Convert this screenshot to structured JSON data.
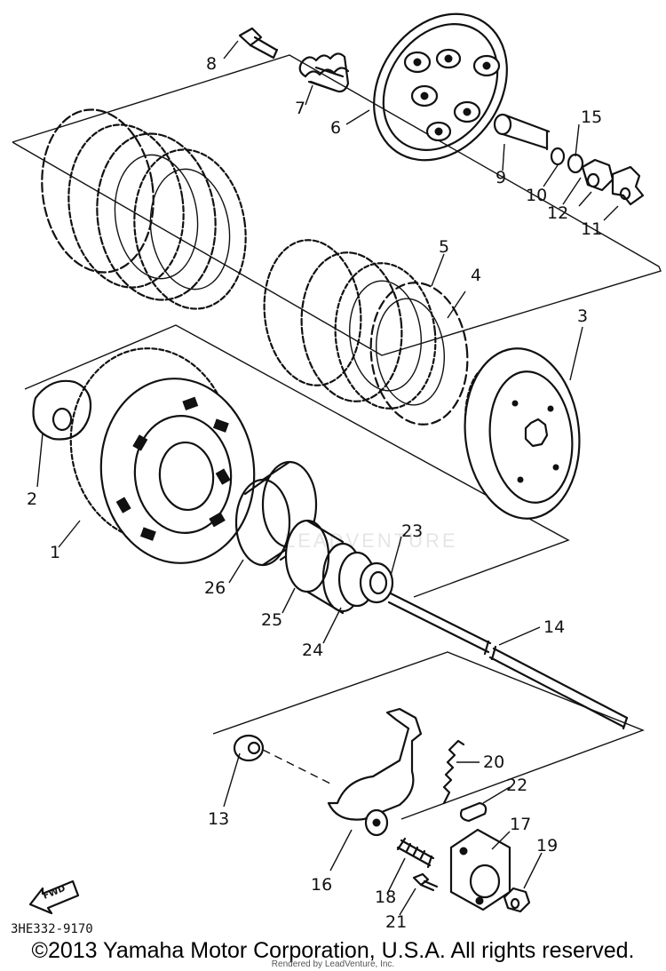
{
  "diagram": {
    "parts": [
      {
        "num": "1"
      },
      {
        "num": "2"
      },
      {
        "num": "3"
      },
      {
        "num": "4"
      },
      {
        "num": "5"
      },
      {
        "num": "6"
      },
      {
        "num": "7"
      },
      {
        "num": "8"
      },
      {
        "num": "9"
      },
      {
        "num": "10"
      },
      {
        "num": "11"
      },
      {
        "num": "12"
      },
      {
        "num": "13"
      },
      {
        "num": "14"
      },
      {
        "num": "15"
      },
      {
        "num": "16"
      },
      {
        "num": "17"
      },
      {
        "num": "18"
      },
      {
        "num": "19"
      },
      {
        "num": "20"
      },
      {
        "num": "21"
      },
      {
        "num": "22"
      },
      {
        "num": "23"
      },
      {
        "num": "24"
      },
      {
        "num": "25"
      },
      {
        "num": "26"
      }
    ],
    "fwd_label": "FWD",
    "drawing_code": "3HE332-9170"
  },
  "footer": {
    "copyright": "©2013 Yamaha Motor Corporation, U.S.A. All rights reserved.",
    "rendered_by": "Rendered by LeadVenture, Inc."
  },
  "watermark": {
    "text": "LEADVENTURE"
  }
}
